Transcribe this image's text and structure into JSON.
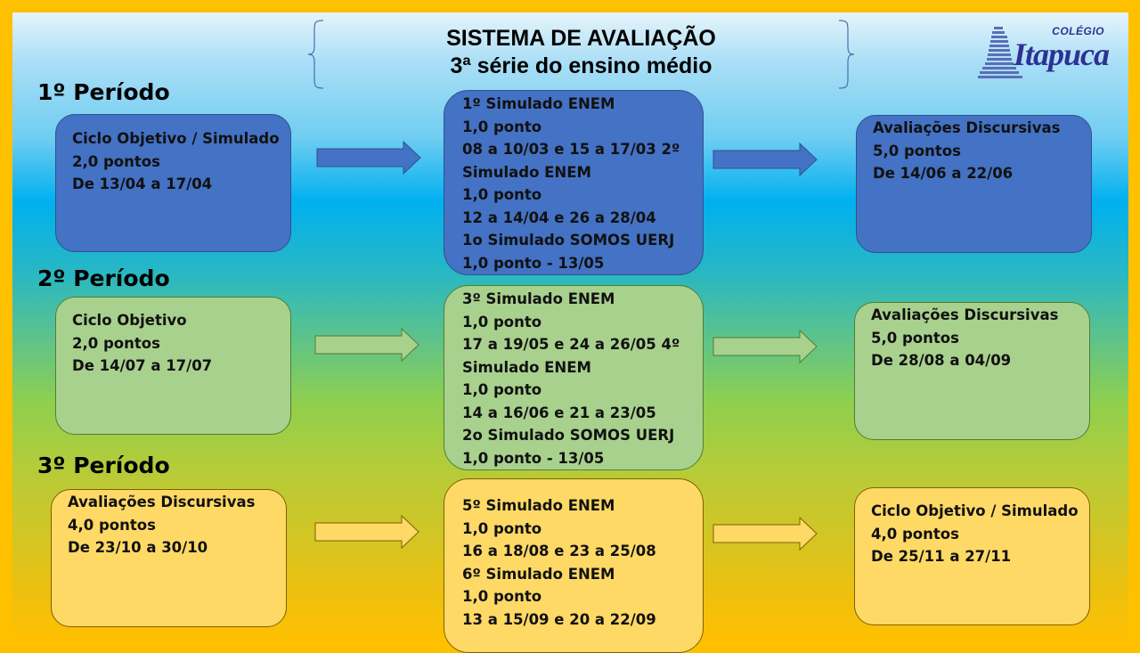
{
  "title": {
    "line1": "SISTEMA DE AVALIAÇÃO",
    "line2": "3ª série do ensino médio"
  },
  "logo": {
    "colegio": "COLÉGIO",
    "name": "Itapuca"
  },
  "colors": {
    "frame": "#ffc000",
    "period1_box": "#4472c4",
    "period2_box": "#a9d18e",
    "period3_box": "#ffd966"
  },
  "periods": [
    {
      "label": "1º Período",
      "boxes": [
        {
          "lines": [
            "Ciclo Objetivo / Simulado",
            "2,0 pontos",
            "De 13/04 a 17/04"
          ]
        },
        {
          "lines": [
            "1º Simulado ENEM",
            "1,0 ponto",
            "08 a 10/03 e 15 a 17/03 2º",
            "Simulado ENEM",
            "1,0 ponto",
            "12 a 14/04 e 26 a 28/04",
            "1o Simulado SOMOS UERJ",
            "1,0 ponto  - 13/05"
          ]
        },
        {
          "lines": [
            "Avaliações Discursivas",
            "5,0 pontos",
            "De 14/06 a 22/06"
          ]
        }
      ]
    },
    {
      "label": "2º Período",
      "boxes": [
        {
          "lines": [
            "Ciclo Objetivo",
            "2,0 pontos",
            "De 14/07 a 17/07"
          ]
        },
        {
          "lines": [
            "3º Simulado ENEM",
            "1,0 ponto",
            "17 a 19/05 e 24 a 26/05 4º",
            "Simulado ENEM",
            "1,0 ponto",
            "14 a 16/06 e 21 a 23/05",
            "2o Simulado SOMOS UERJ",
            "1,0 ponto  - 13/05"
          ]
        },
        {
          "lines": [
            "Avaliações Discursivas",
            "5,0 pontos",
            "De 28/08 a 04/09"
          ]
        }
      ]
    },
    {
      "label": "3º Período",
      "boxes": [
        {
          "lines": [
            "Avaliações Discursivas",
            "4,0 pontos",
            "De 23/10 a 30/10"
          ]
        },
        {
          "lines": [
            "5º Simulado ENEM",
            "1,0 ponto",
            "16 a 18/08 e 23 a 25/08",
            "6º Simulado ENEM",
            "1,0 ponto",
            "13 a 15/09 e 20 a 22/09"
          ]
        },
        {
          "lines": [
            "Ciclo Objetivo / Simulado",
            "4,0 pontos",
            "De 25/11 a 27/11"
          ]
        }
      ]
    }
  ]
}
